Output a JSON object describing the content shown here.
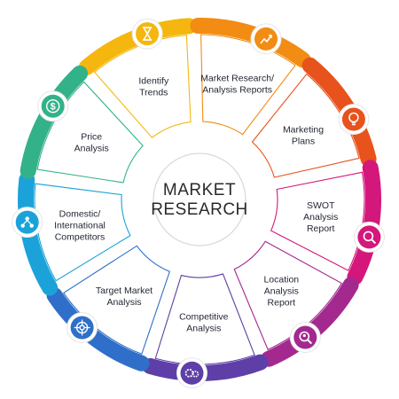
{
  "center": {
    "line1": "MARKET",
    "line2": "RESEARCH"
  },
  "segments": [
    {
      "id": "identify-trends",
      "lines": [
        "Identify",
        "Trends"
      ],
      "color": "#F5B70F",
      "icon": "hourglass-icon"
    },
    {
      "id": "market-research-reports",
      "lines": [
        "Market Research/",
        "Analysis Reports"
      ],
      "color": "#F28C13",
      "icon": "growth-chart-icon"
    },
    {
      "id": "marketing-plans",
      "lines": [
        "Marketing",
        "Plans"
      ],
      "color": "#E8521C",
      "icon": "idea-bulb-icon"
    },
    {
      "id": "swot-analysis-report",
      "lines": [
        "SWOT",
        "Analysis",
        "Report"
      ],
      "color": "#D4177B",
      "icon": "analysis-magnifier-icon"
    },
    {
      "id": "location-analysis-report",
      "lines": [
        "Location",
        "Analysis",
        "Report"
      ],
      "color": "#A3298F",
      "icon": "location-search-icon"
    },
    {
      "id": "competitive-analysis",
      "lines": [
        "Competitive",
        "Analysis"
      ],
      "color": "#5E3FA8",
      "icon": "gears-icon"
    },
    {
      "id": "target-market-analysis",
      "lines": [
        "Target Market",
        "Analysis"
      ],
      "color": "#2F6FC9",
      "icon": "target-icon"
    },
    {
      "id": "domestic-international-competitors",
      "lines": [
        "Domestic/",
        "International",
        "Competitors"
      ],
      "color": "#1BA3D9",
      "icon": "people-network-icon"
    },
    {
      "id": "price-analysis",
      "lines": [
        "Price",
        "Analysis"
      ],
      "color": "#33B28A",
      "icon": "price-dollar-icon"
    }
  ]
}
